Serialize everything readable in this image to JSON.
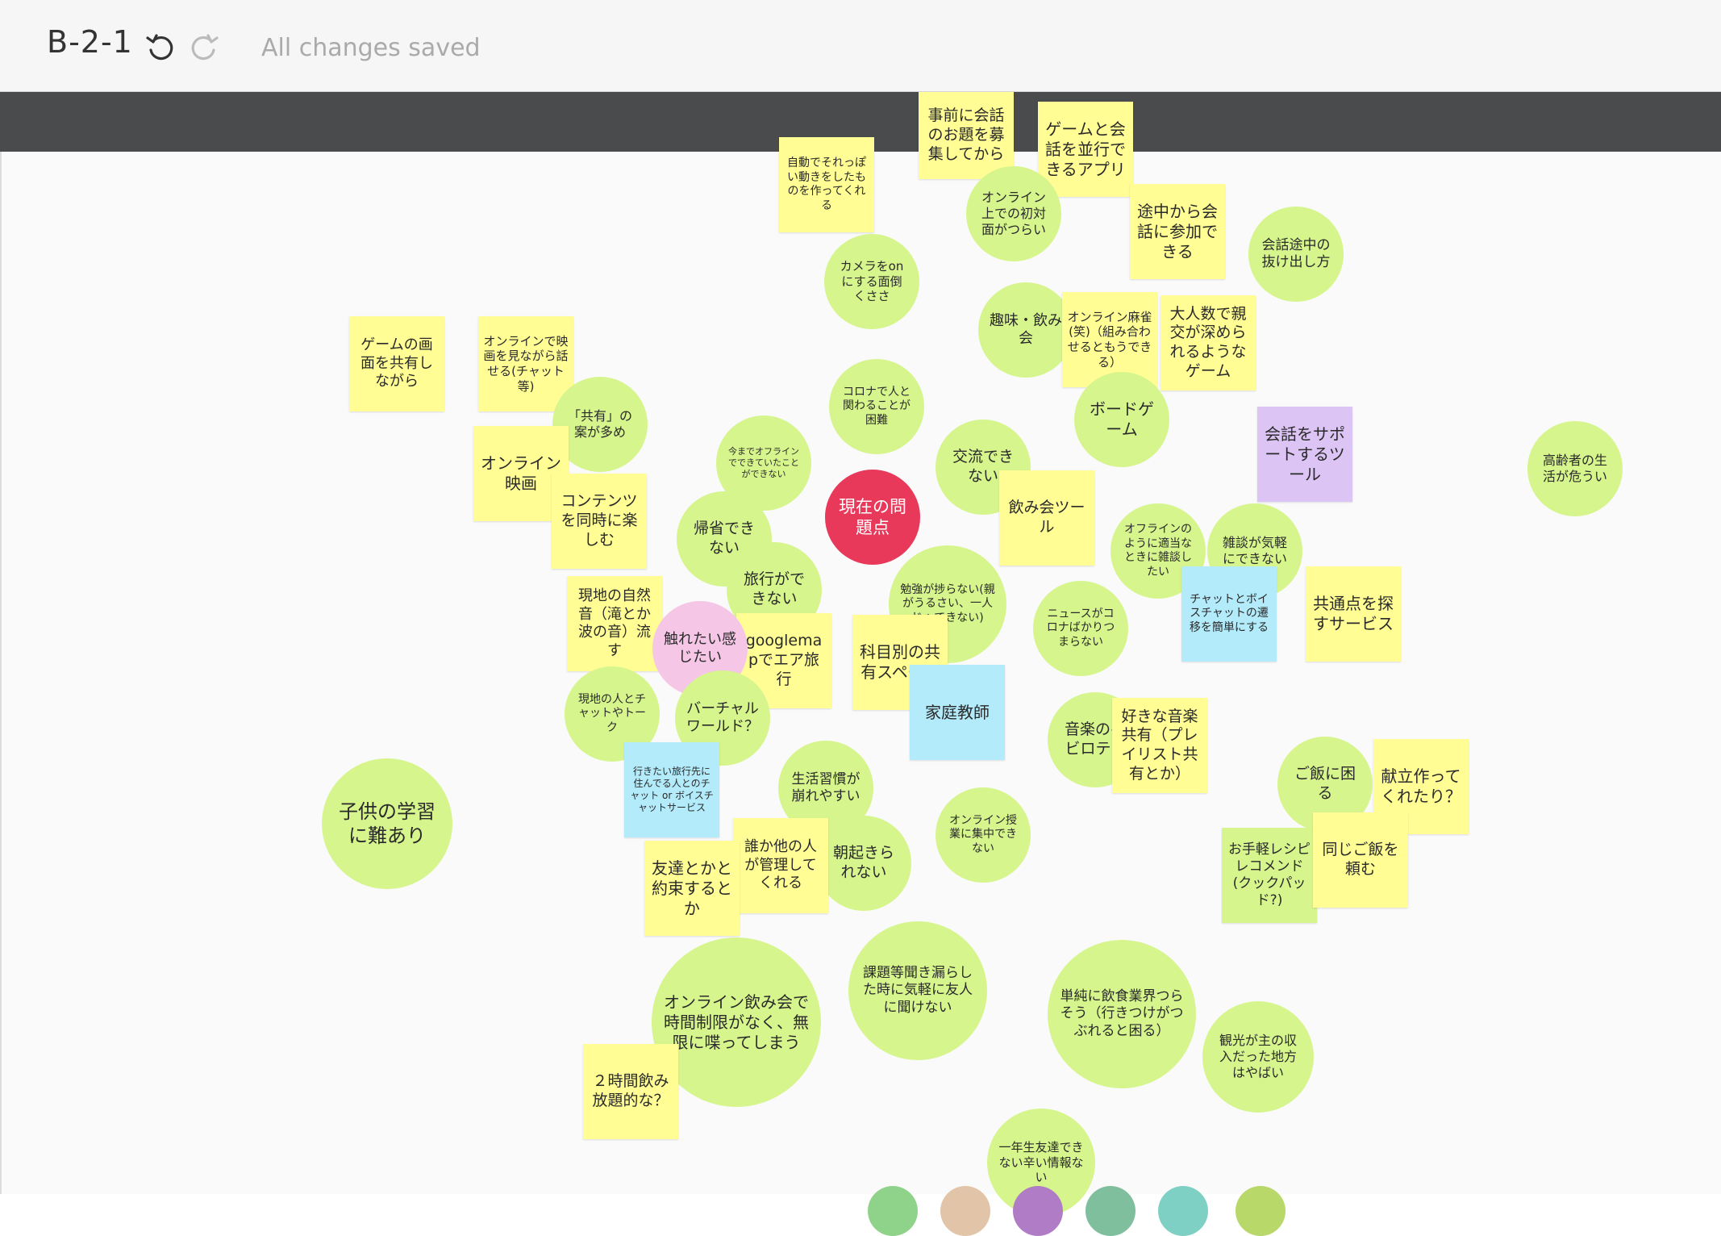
{
  "toolbar": {
    "title": "B-2-1",
    "status": "All changes saved",
    "undo_icon": "undo-icon",
    "redo_icon": "redo-icon"
  },
  "colors": {
    "yellow": "#fffd94",
    "green": "#d6f58d",
    "blue": "#b3ebfb",
    "purple": "#dcc4f4",
    "red": "#e8395b",
    "pink": "#f5c6e6"
  },
  "items": [
    {
      "text": "事前に会話のお題を募集してから",
      "kind": "note",
      "color": "yellow"
    },
    {
      "text": "ゲームと会話を並行できるアプリ",
      "kind": "note",
      "color": "yellow"
    },
    {
      "text": "自動でそれっぽい動きをしたものを作ってくれる",
      "kind": "note",
      "color": "yellow"
    },
    {
      "text": "オンライン上での初対面がつらい",
      "kind": "bubble",
      "color": "green"
    },
    {
      "text": "途中から会話に参加できる",
      "kind": "note",
      "color": "yellow"
    },
    {
      "text": "会話途中の抜け出し方",
      "kind": "bubble",
      "color": "green"
    },
    {
      "text": "カメラをonにする面倒くささ",
      "kind": "bubble",
      "color": "green"
    },
    {
      "text": "趣味・飲み会",
      "kind": "bubble",
      "color": "green"
    },
    {
      "text": "オンライン麻雀(笑)（組み合わせるともうできる）",
      "kind": "note",
      "color": "yellow"
    },
    {
      "text": "大人数で親交が深められるようなゲーム",
      "kind": "note",
      "color": "yellow"
    },
    {
      "text": "ゲームの画面を共有しながら",
      "kind": "note",
      "color": "yellow"
    },
    {
      "text": "オンラインで映画を見ながら話せる(チャット等)",
      "kind": "note",
      "color": "yellow"
    },
    {
      "text": "「共有」の案が多め",
      "kind": "bubble",
      "color": "green"
    },
    {
      "text": "コロナで人と関わることが困難",
      "kind": "bubble",
      "color": "green"
    },
    {
      "text": "ボードゲーム",
      "kind": "bubble",
      "color": "green"
    },
    {
      "text": "会話をサポートするツール",
      "kind": "note",
      "color": "purple"
    },
    {
      "text": "高齢者の生活が危うい",
      "kind": "bubble",
      "color": "green"
    },
    {
      "text": "オンライン映画",
      "kind": "note",
      "color": "yellow"
    },
    {
      "text": "今までオフラインでできていたことができない",
      "kind": "bubble",
      "color": "green"
    },
    {
      "text": "交流できない",
      "kind": "bubble",
      "color": "green"
    },
    {
      "text": "コンテンツを同時に楽しむ",
      "kind": "note",
      "color": "yellow"
    },
    {
      "text": "飲み会ツール",
      "kind": "note",
      "color": "yellow"
    },
    {
      "text": "現在の問題点",
      "kind": "bubble",
      "color": "red"
    },
    {
      "text": "帰省できない",
      "kind": "bubble",
      "color": "green"
    },
    {
      "text": "オフラインのように適当なときに雑談したい",
      "kind": "bubble",
      "color": "green"
    },
    {
      "text": "雑談が気軽にできない",
      "kind": "bubble",
      "color": "green"
    },
    {
      "text": "チャットとボイスチャットの遷移を簡単にする",
      "kind": "note",
      "color": "blue"
    },
    {
      "text": "共通点を探すサービス",
      "kind": "note",
      "color": "yellow"
    },
    {
      "text": "旅行ができない",
      "kind": "bubble",
      "color": "green"
    },
    {
      "text": "勉強が捗らない(親がうるさい、一人じゃできない)",
      "kind": "bubble",
      "color": "green"
    },
    {
      "text": "現地の自然音（滝とか波の音）流す",
      "kind": "note",
      "color": "yellow"
    },
    {
      "text": "ニュースがコロナばかりつまらない",
      "kind": "bubble",
      "color": "green"
    },
    {
      "text": "googlemapでエア旅行",
      "kind": "note",
      "color": "yellow"
    },
    {
      "text": "触れたい感じたい",
      "kind": "bubble",
      "color": "pink"
    },
    {
      "text": "科目別の共有スペース",
      "kind": "note",
      "color": "yellow"
    },
    {
      "text": "家庭教師",
      "kind": "note",
      "color": "blue"
    },
    {
      "text": "現地の人とチャットやトーク",
      "kind": "bubble",
      "color": "green"
    },
    {
      "text": "バーチャルワールド？",
      "kind": "bubble",
      "color": "green"
    },
    {
      "text": "音楽のヘビロテ...",
      "kind": "bubble",
      "color": "green"
    },
    {
      "text": "好きな音楽共有（プレイリスト共有とか）",
      "kind": "note",
      "color": "yellow"
    },
    {
      "text": "子供の学習に難あり",
      "kind": "bubble",
      "color": "green"
    },
    {
      "text": "行きたい旅行先に住んでる人とのチャット or ボイスチャットサービス",
      "kind": "note",
      "color": "blue"
    },
    {
      "text": "生活習慣が崩れやすい",
      "kind": "bubble",
      "color": "green"
    },
    {
      "text": "ご飯に困る",
      "kind": "bubble",
      "color": "green"
    },
    {
      "text": "献立作ってくれたり？",
      "kind": "note",
      "color": "yellow"
    },
    {
      "text": "オンライン授業に集中できない",
      "kind": "bubble",
      "color": "green"
    },
    {
      "text": "朝起きられない",
      "kind": "bubble",
      "color": "green"
    },
    {
      "text": "誰か他の人が管理してくれる",
      "kind": "note",
      "color": "yellow"
    },
    {
      "text": "お手軽レシピレコメンド(クックパッド?)",
      "kind": "note",
      "color": "green"
    },
    {
      "text": "同じご飯を頼む",
      "kind": "note",
      "color": "yellow"
    },
    {
      "text": "友達とかと約束するとか",
      "kind": "note",
      "color": "yellow"
    },
    {
      "text": "課題等聞き漏らした時に気軽に友人に聞けない",
      "kind": "bubble",
      "color": "green"
    },
    {
      "text": "単純に飲食業界つらそう（行きつけがつぶれると困る）",
      "kind": "bubble",
      "color": "green"
    },
    {
      "text": "オンライン飲み会で時間制限がなく、無限に喋ってしまう",
      "kind": "bubble",
      "color": "green"
    },
    {
      "text": "観光が主の収入だった地方はやばい",
      "kind": "bubble",
      "color": "green"
    },
    {
      "text": "２時間飲み放題的な？",
      "kind": "note",
      "color": "yellow"
    },
    {
      "text": "一年生友達できない辛い情報ない",
      "kind": "bubble",
      "color": "green"
    }
  ],
  "footer_dots": [
    "#8fd28a",
    "#e2c4a8",
    "#b07cc6",
    "#7fbf9e",
    "#7fd0c4",
    "#b8d86a"
  ]
}
